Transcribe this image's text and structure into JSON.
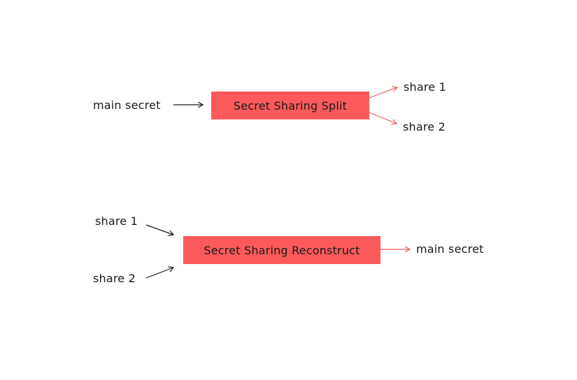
{
  "colors": {
    "box_fill": "#fc5a5a",
    "split_output_arrow": "#f05a5a",
    "input_arrow": "#1a1a1a"
  },
  "split": {
    "input_label": "main secret",
    "box_label": "Secret Sharing Split",
    "output_1": "share 1",
    "output_2": "share 2"
  },
  "reconstruct": {
    "input_1": "share 1",
    "input_2": "share 2",
    "box_label": "Secret Sharing Reconstruct",
    "output_label": "main secret"
  }
}
